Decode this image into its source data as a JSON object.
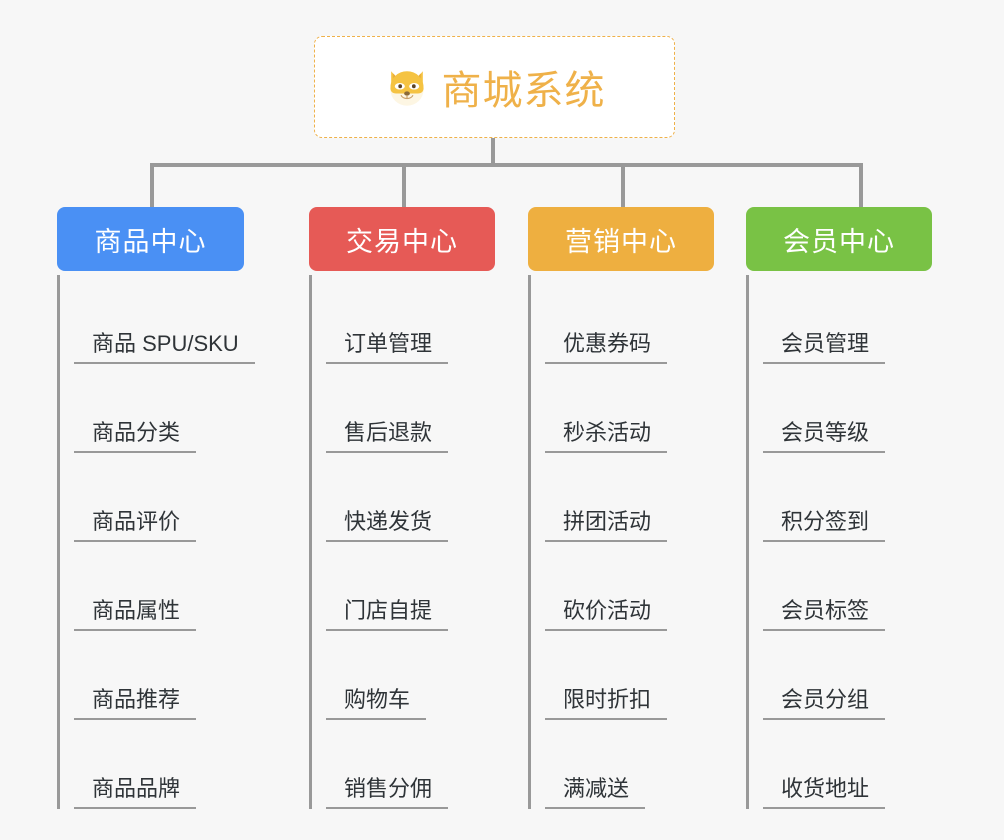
{
  "page": {
    "background_color": "#f7f7f7",
    "line_color": "#999999",
    "diagram_type": "org-chart"
  },
  "root": {
    "title": "商城系统",
    "icon": "shiba-dog-emoji",
    "text_color": "#efb149",
    "border_color": "#efb149",
    "background_color": "#ffffff"
  },
  "columns": [
    {
      "id": "product-center",
      "label": "商品中心",
      "color": "#4a90f4",
      "items": [
        {
          "label": "商品 SPU/SKU"
        },
        {
          "label": "商品分类"
        },
        {
          "label": "商品评价"
        },
        {
          "label": "商品属性"
        },
        {
          "label": "商品推荐"
        },
        {
          "label": "商品品牌"
        }
      ]
    },
    {
      "id": "trade-center",
      "label": "交易中心",
      "color": "#e65a56",
      "items": [
        {
          "label": "订单管理"
        },
        {
          "label": "售后退款"
        },
        {
          "label": "快递发货"
        },
        {
          "label": "门店自提"
        },
        {
          "label": "购物车"
        },
        {
          "label": "销售分佣"
        }
      ]
    },
    {
      "id": "marketing-center",
      "label": "营销中心",
      "color": "#eeaf40",
      "items": [
        {
          "label": "优惠券码"
        },
        {
          "label": "秒杀活动"
        },
        {
          "label": "拼团活动"
        },
        {
          "label": "砍价活动"
        },
        {
          "label": "限时折扣"
        },
        {
          "label": "满减送"
        }
      ]
    },
    {
      "id": "member-center",
      "label": "会员中心",
      "color": "#79c245",
      "items": [
        {
          "label": "会员管理"
        },
        {
          "label": "会员等级"
        },
        {
          "label": "积分签到"
        },
        {
          "label": "会员标签"
        },
        {
          "label": "会员分组"
        },
        {
          "label": "收货地址"
        }
      ]
    }
  ]
}
